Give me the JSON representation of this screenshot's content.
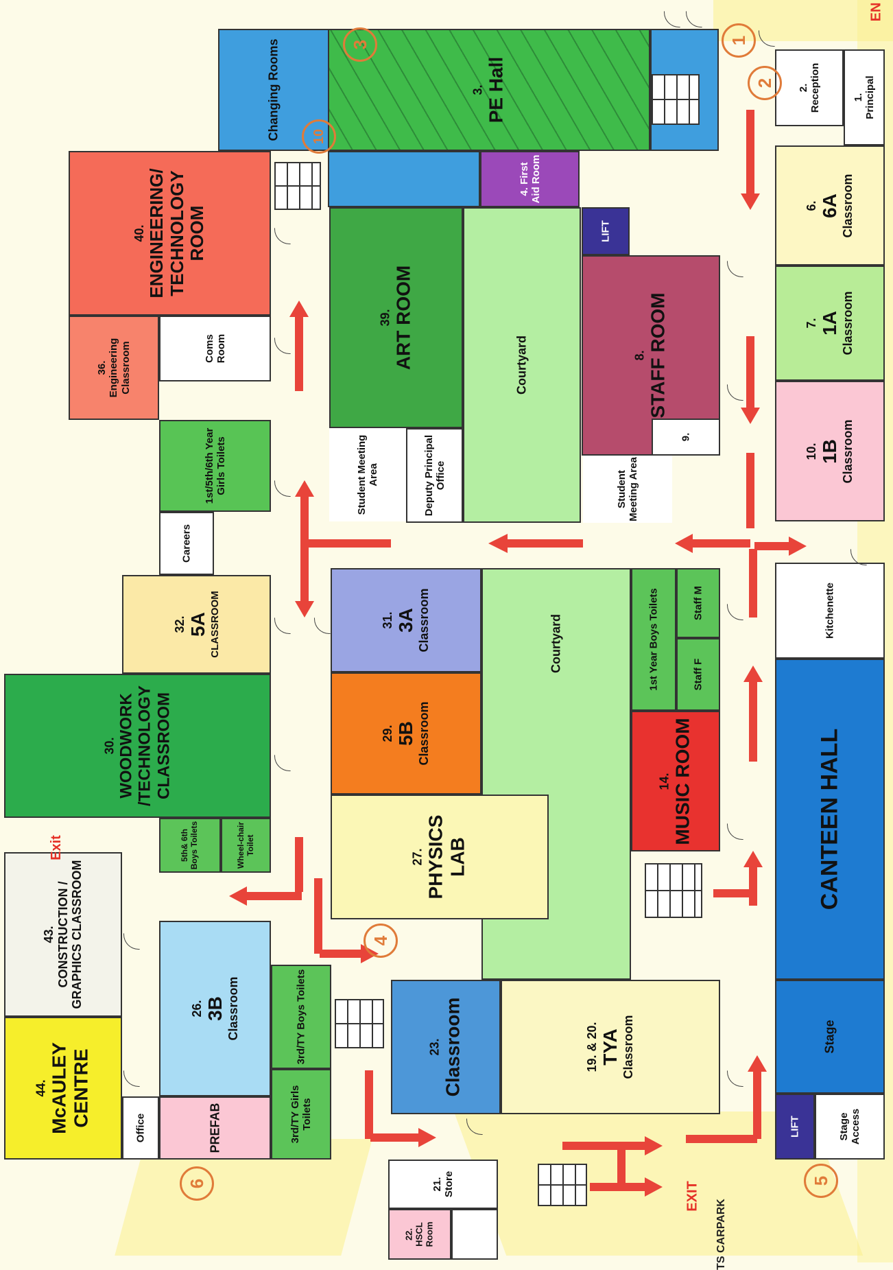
{
  "rooms": {
    "changing": {
      "label": "Changing Rooms",
      "color": "#3f9ede"
    },
    "pe_hall": {
      "num": "3.",
      "name": "PE Hall",
      "color": "#3fbb4a"
    },
    "reception": {
      "num": "2.",
      "name": "Reception"
    },
    "principal": {
      "num": "1.",
      "name": "Principal"
    },
    "eng_tech": {
      "num": "40.",
      "name": "ENGINEERING/ TECHNOLOGY ROOM",
      "color": "#f56b58"
    },
    "first_aid": {
      "num": "4. First",
      "name": "Aid Room",
      "color": "#9b49b9"
    },
    "lift_top": {
      "name": "LIFT"
    },
    "c6a": {
      "num": "6.",
      "name": "6A",
      "sub": "Classroom",
      "color": "#fdf7c4"
    },
    "c1a": {
      "num": "7.",
      "name": "1A",
      "sub": "Classroom",
      "color": "#b8ec97"
    },
    "c1b": {
      "num": "10.",
      "name": "1B",
      "sub": "Classroom",
      "color": "#fbc7d4"
    },
    "eng_class": {
      "num": "36.",
      "name": "Engineering Classroom",
      "color": "#f7836c"
    },
    "coms": {
      "name": "Coms Room"
    },
    "art": {
      "num": "39.",
      "name": "ART ROOM",
      "color": "#3fa845"
    },
    "courtyard_top": {
      "name": "Courtyard",
      "color": "#b4eea2"
    },
    "staff_room": {
      "num": "8.",
      "name": "STAFF ROOM",
      "color": "#b64c6c"
    },
    "room9": {
      "num": "9."
    },
    "girls_toilets": {
      "name": "1st/5th/6th Year Girls Toilets",
      "color": "#58c455"
    },
    "student_meet_1": {
      "name": "Student Meeting Area"
    },
    "deputy": {
      "name": "Deputy Principal Office"
    },
    "student_meet_2": {
      "name": "Student Meeting Area"
    },
    "careers": {
      "name": "Careers"
    },
    "c5a": {
      "num": "32.",
      "name": "5A",
      "sub": "CLASSROOM",
      "color": "#fbe9a7"
    },
    "c3a": {
      "num": "31.",
      "name": "3A",
      "sub": "Classroom",
      "color": "#9aa5e3"
    },
    "courtyard_mid": {
      "name": "Courtyard",
      "color": "#b4eea2"
    },
    "boys_1st": {
      "name": "1st Year Boys Toilets",
      "color": "#5cc459"
    },
    "staff_m": {
      "name": "Staff M",
      "color": "#5cc459"
    },
    "staff_f": {
      "name": "Staff F",
      "color": "#5cc459"
    },
    "kitchenette": {
      "name": "Kitchenette"
    },
    "woodwork": {
      "num": "30.",
      "name": "WOODWORK /TECHNOLOGY CLASSROOM",
      "color": "#2cac4c"
    },
    "c5b": {
      "num": "29.",
      "name": "5B",
      "sub": "Classroom",
      "color": "#f47d1f"
    },
    "music": {
      "num": "14.",
      "name": "MUSIC ROOM",
      "color": "#e8322f"
    },
    "canteen": {
      "name": "CANTEEN HALL",
      "color": "#1e7bd1"
    },
    "stage": {
      "name": "Stage",
      "color": "#1e7bd1"
    },
    "boys_56": {
      "name": "5th& 6th Boys Toilets",
      "color": "#5cc459"
    },
    "wheelchair": {
      "name": "Wheel-chair Toilet",
      "color": "#5cc459"
    },
    "physics": {
      "num": "27.",
      "name": "PHYSICS LAB",
      "color": "#fbf7b6"
    },
    "construction": {
      "num": "43.",
      "name": "CONSTRUCTION / GRAPHICS CLASSROOM",
      "color": "#f3f3ea"
    },
    "c3b": {
      "num": "26.",
      "name": "3B",
      "sub": "Classroom",
      "color": "#a9dcf4"
    },
    "boys_3rd": {
      "name": "3rd/TY Boys Toilets",
      "color": "#5cc459"
    },
    "c23": {
      "num": "23.",
      "name": "Classroom",
      "color": "#4d97d8"
    },
    "tya": {
      "num": "19. & 20.",
      "name": "TYA",
      "sub": "Classroom",
      "color": "#fbf7c4"
    },
    "mcauley": {
      "num": "44.",
      "name": "McAULEY CENTRE",
      "color": "#f6ee2b"
    },
    "prefab": {
      "name": "PREFAB",
      "color": "#fbc7d4"
    },
    "office": {
      "name": "Office"
    },
    "girls_3rd": {
      "name": "3rd/TY Girls Toilets",
      "color": "#5cc459"
    },
    "lift_bottom": {
      "name": "LIFT"
    },
    "stage_access": {
      "name": "Stage Access"
    },
    "store": {
      "num": "21.",
      "name": "Store"
    },
    "hscl": {
      "num": "22.",
      "name": "HSCL Room",
      "color": "#fbc7d4"
    }
  },
  "labels": {
    "exit_left": "Exit",
    "exit_bottom": "EXIT",
    "carpark": "TS CARPARK",
    "en_top": "EN",
    "markers": [
      "1",
      "2",
      "3",
      "4",
      "5",
      "6",
      "10"
    ]
  },
  "colors": {
    "arrow": "#e8443a",
    "highlight": "#fbf29a",
    "marker": "#e07b39"
  }
}
